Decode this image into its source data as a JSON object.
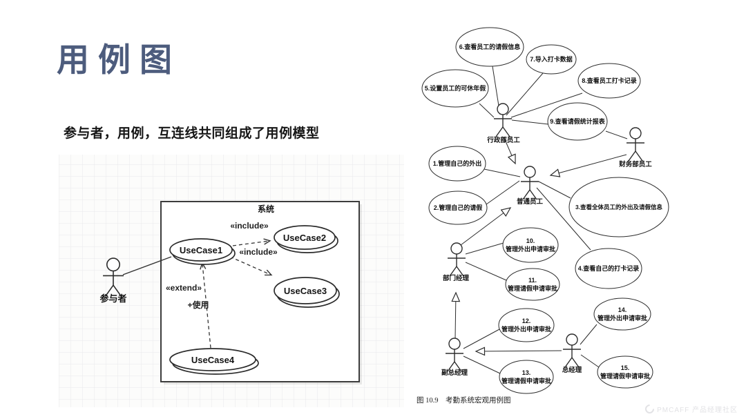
{
  "slide": {
    "title": "用例图",
    "subtitle": "参与者，用例，互连线共同组成了用例模型",
    "watermark": "PMCAFF 产品经理社区"
  },
  "colors": {
    "title_accent": "#4d5c7d",
    "diagram_line": "#2b2b2b"
  },
  "left_diagram": {
    "system_label": "系统",
    "actor_label": "参与者",
    "usecase1": "UseCase1",
    "usecase2": "UseCase2",
    "usecase3": "UseCase3",
    "usecase4": "UseCase4",
    "include_top": "«include»",
    "include_mid": "«include»",
    "extend": "«extend»",
    "use_label": "+使用"
  },
  "right_diagram": {
    "caption": "图 10.9　考勤系统宏观用例图",
    "actors": {
      "admin": "行政部员工",
      "finance": "财务部员工",
      "regular": "普通员工",
      "dept_manager": "部门经理",
      "deputy_gm": "副总经理",
      "gm": "总经理"
    },
    "usecases": {
      "uc1": {
        "label": "1.管理自己的外出"
      },
      "uc2": {
        "label": "2.管理自己的请假"
      },
      "uc3": {
        "label": "3.查看全体员工的外出及请假信息"
      },
      "uc4": {
        "label": "4.查看自己的打卡记录"
      },
      "uc5": {
        "label": "5.设置员工的可休年假"
      },
      "uc6": {
        "label": "6.查看员工的请假信息"
      },
      "uc7": {
        "label": "7.导入打卡数据"
      },
      "uc8": {
        "label": "8.查看员工打卡记录"
      },
      "uc9": {
        "label": "9.查看请假统计报表"
      },
      "uc10": {
        "num": "10.",
        "label": "管理外出申请审批"
      },
      "uc11": {
        "num": "11.",
        "label": "管理请假申请审批"
      },
      "uc12": {
        "num": "12.",
        "label": "管理外出申请审批"
      },
      "uc13": {
        "num": "13.",
        "label": "管理请假申请审批"
      },
      "uc14": {
        "num": "14.",
        "label": "管理外出申请审批"
      },
      "uc15": {
        "num": "15.",
        "label": "管理请假申请审批"
      }
    }
  }
}
